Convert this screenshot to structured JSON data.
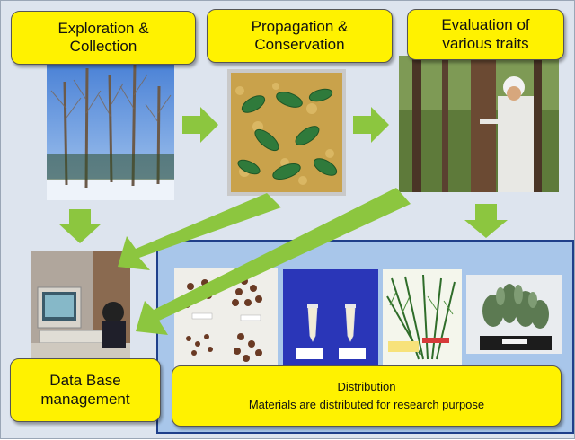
{
  "stages": {
    "exploration": {
      "line1": "Exploration &",
      "line2": "Collection"
    },
    "propagation": {
      "line1": "Propagation &",
      "line2": "Conservation"
    },
    "evaluation": {
      "line1": "Evaluation of",
      "line2": "various traits"
    },
    "database": {
      "line1": "Data Base",
      "line2": "management"
    },
    "distribution": {
      "title": "Distribution",
      "subtitle": "Materials are distributed for research purpose"
    }
  },
  "colors": {
    "label_fill": "#fff200",
    "arrow": "#8cc63f",
    "panel_fill": "#a8c6ea",
    "panel_border": "#1f3f8a",
    "background": "#dde4ee"
  },
  "icons": [
    "forest-photo",
    "seedlings-photo",
    "tree-measurement-photo",
    "computer-workstation-photo",
    "seed-samples-photo",
    "sample-tubes-photo",
    "conifer-branches-photo",
    "potted-seedlings-photo"
  ]
}
